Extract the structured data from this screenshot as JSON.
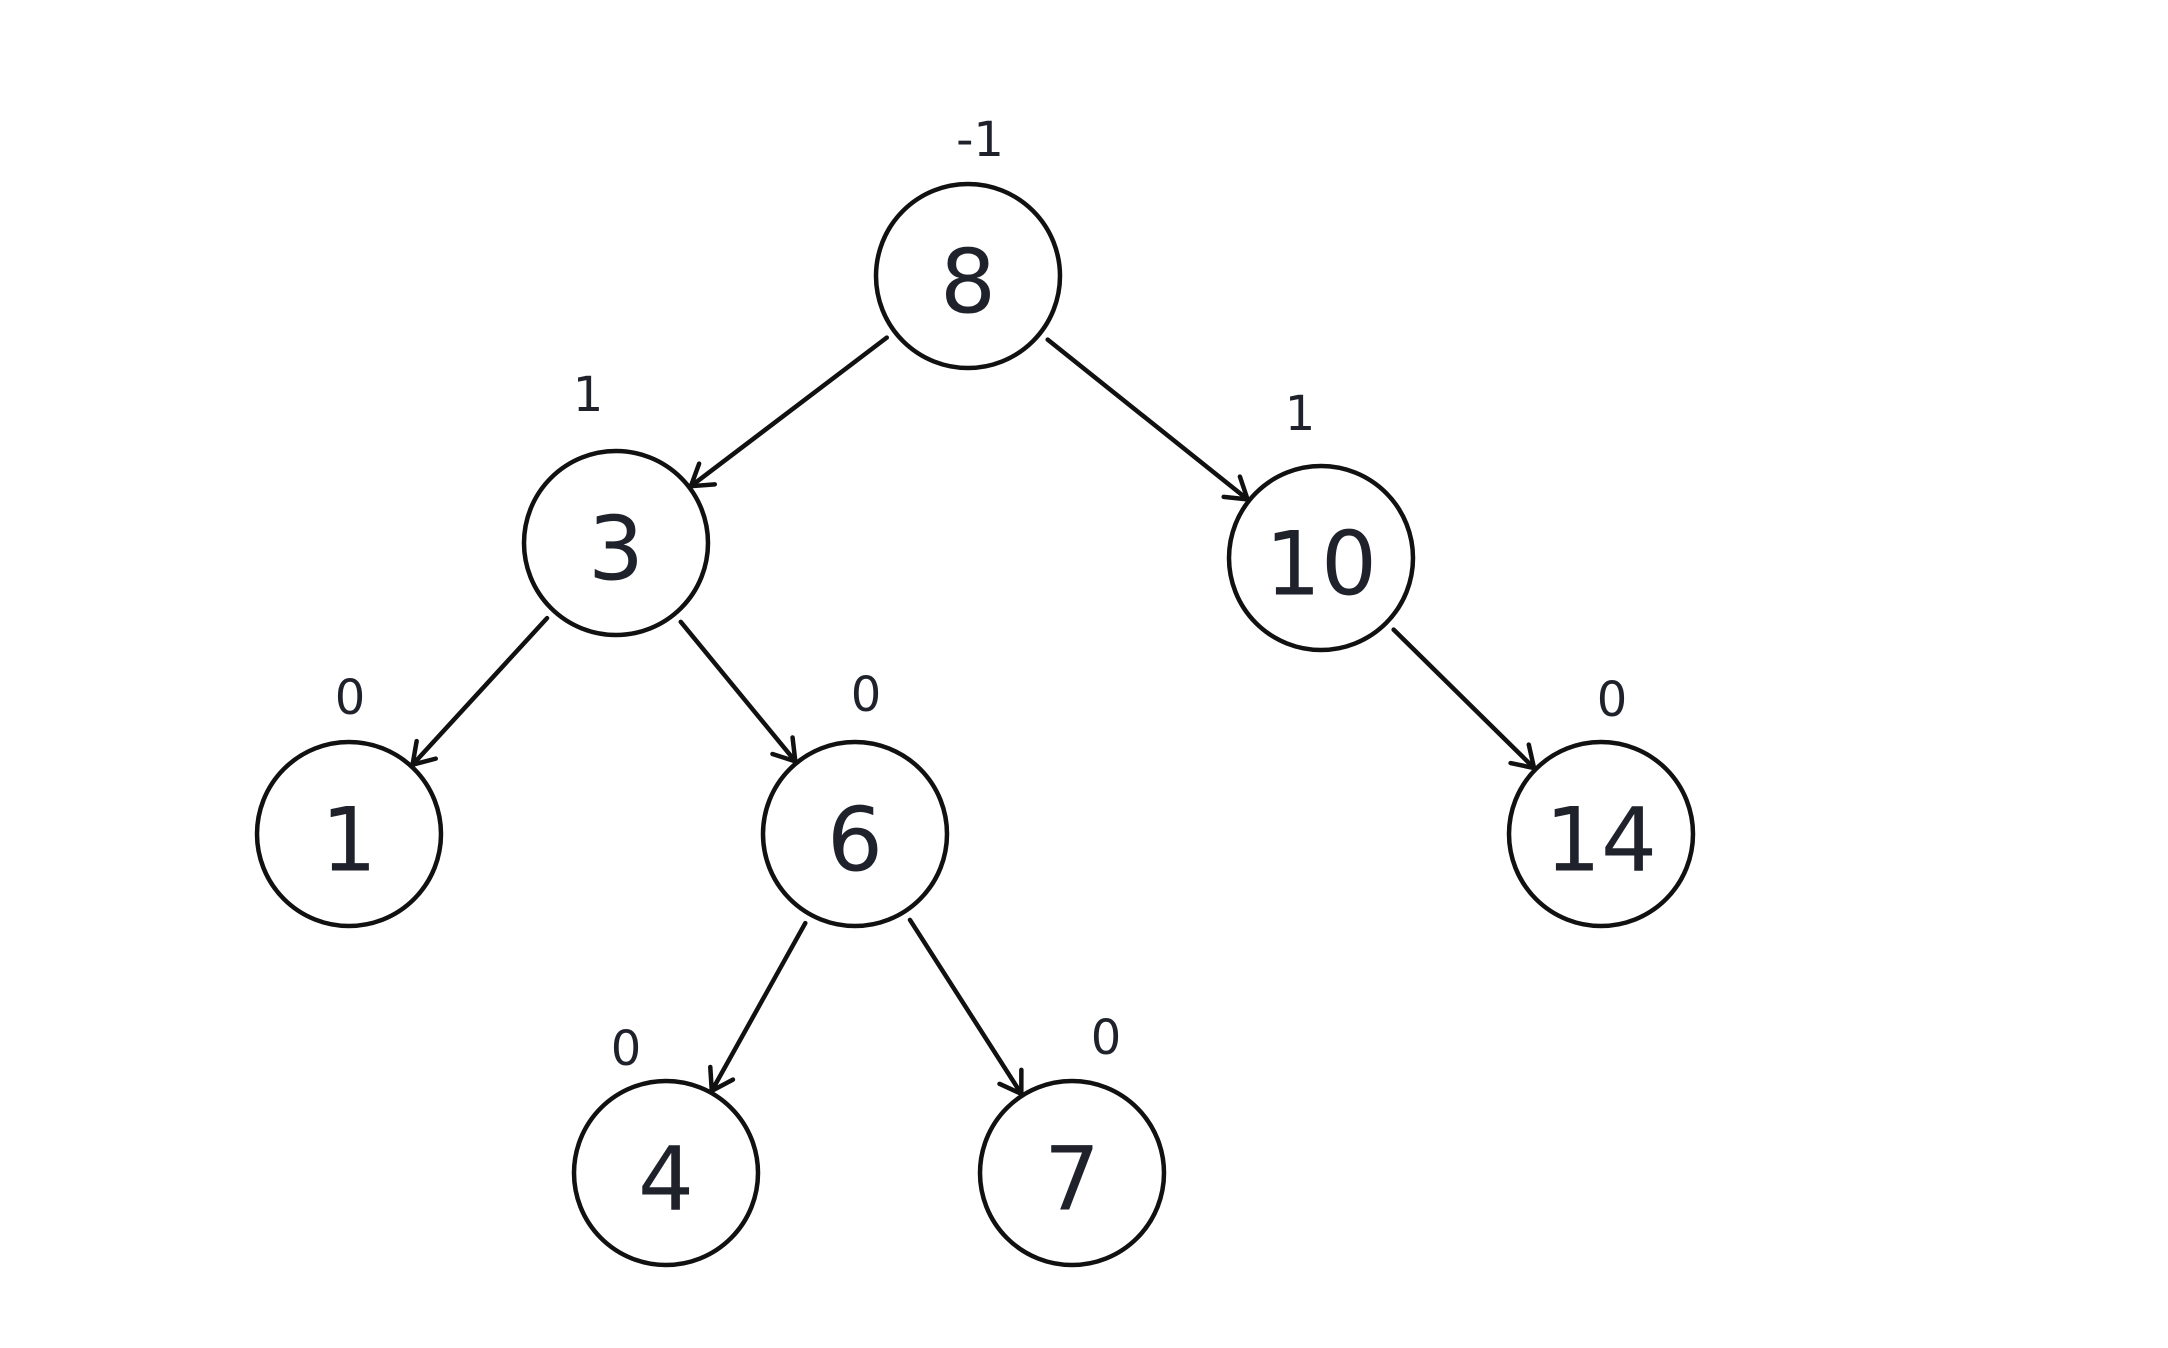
{
  "tree": {
    "nodes": [
      {
        "id": "n8",
        "value": "8",
        "balance": "-1"
      },
      {
        "id": "n3",
        "value": "3",
        "balance": "1"
      },
      {
        "id": "n10",
        "value": "10",
        "balance": "1"
      },
      {
        "id": "n1",
        "value": "1",
        "balance": "0"
      },
      {
        "id": "n6",
        "value": "6",
        "balance": "0"
      },
      {
        "id": "n14",
        "value": "14",
        "balance": "0"
      },
      {
        "id": "n4",
        "value": "4",
        "balance": "0"
      },
      {
        "id": "n7",
        "value": "7",
        "balance": "0"
      }
    ],
    "edges": [
      {
        "from": "n8",
        "to": "n3"
      },
      {
        "from": "n8",
        "to": "n10"
      },
      {
        "from": "n3",
        "to": "n1"
      },
      {
        "from": "n3",
        "to": "n6"
      },
      {
        "from": "n10",
        "to": "n14"
      },
      {
        "from": "n6",
        "to": "n4"
      },
      {
        "from": "n6",
        "to": "n7"
      }
    ]
  }
}
